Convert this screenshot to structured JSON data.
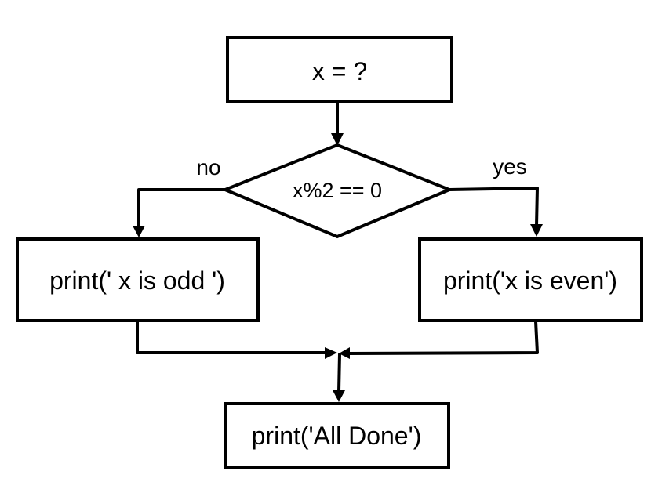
{
  "diagram": {
    "nodes": {
      "input": {
        "label": "x = ?"
      },
      "decision": {
        "label": "x%2 == 0"
      },
      "odd": {
        "label": "print(' x is odd ')"
      },
      "even": {
        "label": "print('x is even')"
      },
      "done": {
        "label": "print('All Done')"
      }
    },
    "edges": {
      "no": {
        "label": "no"
      },
      "yes": {
        "label": "yes"
      }
    }
  },
  "colors": {
    "stroke": "#000000",
    "fill": "#ffffff",
    "text": "#000000"
  }
}
